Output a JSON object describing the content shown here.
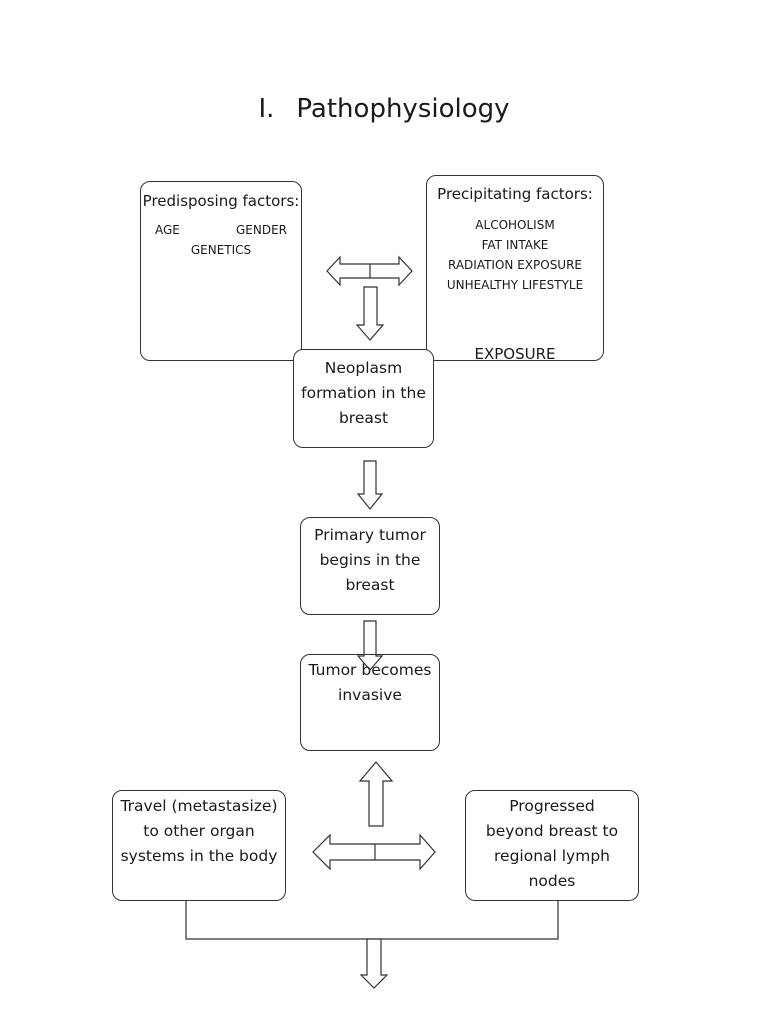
{
  "title": {
    "numeral": "I.",
    "text": "Pathophysiology"
  },
  "predisposing": {
    "heading": "Predisposing factors:",
    "items": [
      "AGE",
      "GENDER",
      "GENETICS"
    ]
  },
  "precipitating": {
    "heading": "Precipitating factors:",
    "items": [
      "ALCOHOLISM",
      "FAT INTAKE",
      "RADIATION EXPOSURE",
      "UNHEALTHY LIFESTYLE"
    ],
    "overflow_text": "EXPOSURE"
  },
  "nodes": {
    "neoplasm": "Neoplasm formation in the breast",
    "primary": "Primary tumor begins in the breast",
    "invasive": "Tumor becomes invasive",
    "metastasize": "Travel (metastasize) to other organ systems in the body",
    "progressed": "Progressed beyond breast to regional lymph nodes"
  }
}
